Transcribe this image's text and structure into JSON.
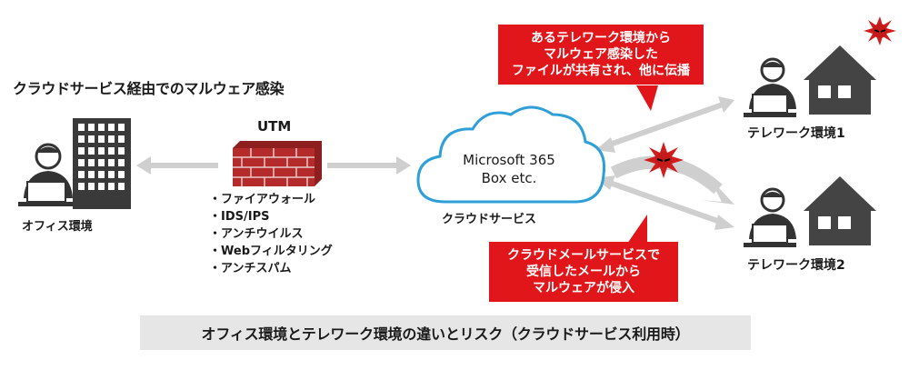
{
  "heading": "クラウドサービス経由でのマルウェア感染",
  "utm": {
    "title": "UTM",
    "features": [
      "ファイアウォール",
      "IDS/IPS",
      "アンチウイルス",
      "Webフィルタリング",
      "アンチスパム"
    ]
  },
  "office": {
    "label": "オフィス環境"
  },
  "cloud": {
    "name_line1": "Microsoft 365",
    "name_line2": "Box etc.",
    "label": "クラウドサービス"
  },
  "telework": [
    {
      "label": "テレワーク環境1"
    },
    {
      "label": "テレワーク環境2"
    }
  ],
  "callouts": {
    "top": [
      "あるテレワーク環境から",
      "マルウェア感染した",
      "ファイルが共有され、他に伝播"
    ],
    "bottom": [
      "クラウドメールサービスで",
      "受信したメールから",
      "マルウェアが侵入"
    ]
  },
  "caption": "オフィス環境とテレワーク環境の違いとリスク（クラウドサービス利用時）",
  "colors": {
    "callout": "#e0161a",
    "firewall": "#b52a2a",
    "cloud_stroke": "#2f9fd8",
    "arrow": "#cfcfcf",
    "figure": "#333333",
    "caption_bg": "#e6e6e6"
  }
}
